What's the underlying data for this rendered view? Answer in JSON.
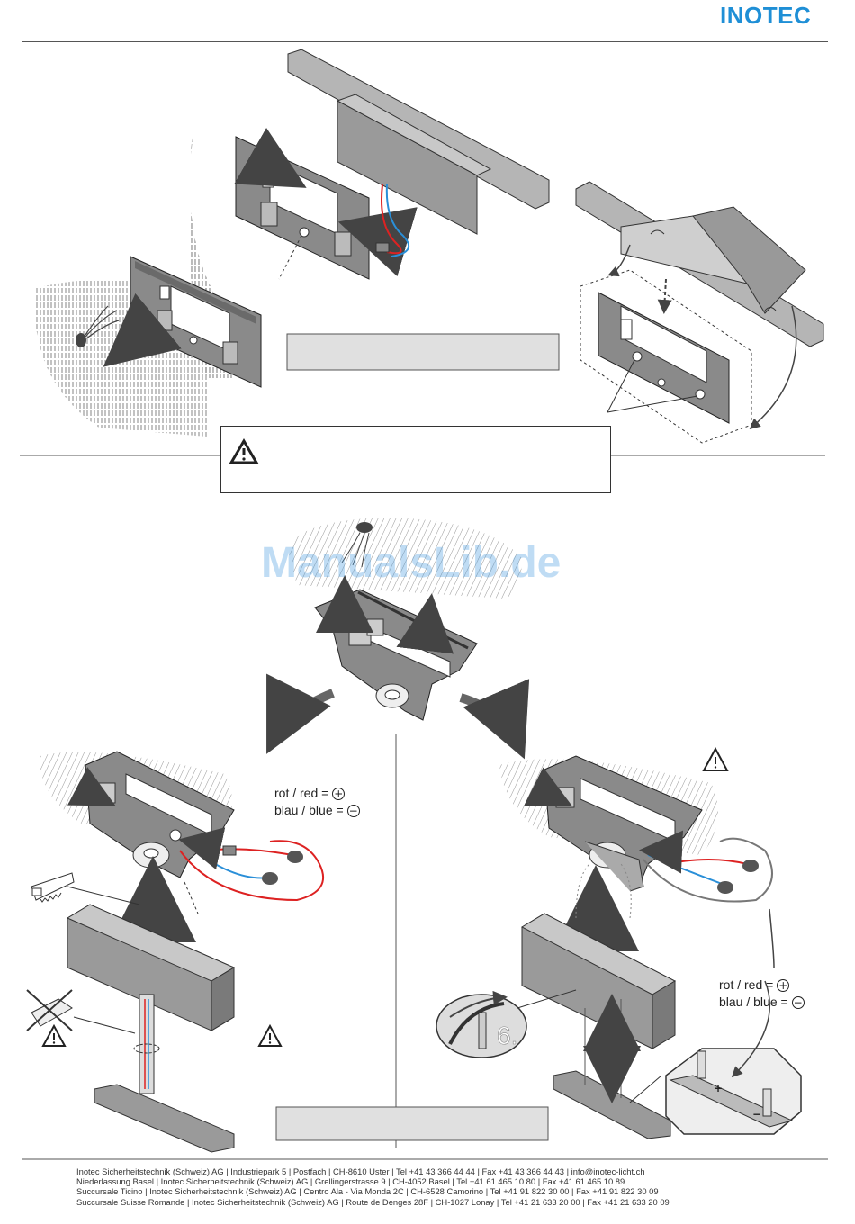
{
  "header": {
    "logo_text": "INOTEC",
    "brand_color": "#1f8fd6"
  },
  "watermark": {
    "text": "ManualsLib.de",
    "color": "#4a9de0"
  },
  "wiring_left": {
    "red_label": "rot / red =",
    "red_symbol": "+",
    "blue_label": "blau / blue =",
    "blue_symbol": "−"
  },
  "wiring_right": {
    "red_label": "rot / red =",
    "red_symbol": "+",
    "blue_label": "blau / blue =",
    "blue_symbol": "−"
  },
  "step_number": "6.",
  "footer": {
    "lines": [
      "Inotec Sicherheitstechnik (Schweiz) AG | Industriepark 5 | Postfach | CH-8610 Uster | Tel +41 43 366 44 44 | Fax +41 43 366 44 43 | info@inotec-licht.ch",
      "Niederlassung Basel | Inotec Sicherheitstechnik (Schweiz) AG | Grellingerstrasse 9 | CH-4052 Basel | Tel +41 61 465 10 80 | Fax +41 61 465 10 89",
      "Succursale Ticino | Inotec Sicherheitstechnik (Schweiz) AG | Centro Ala - Via Monda 2C | CH-6528 Camorino | Tel +41 91 822 30 00 | Fax +41 91 822 30 09",
      "Succursale Suisse Romande | Inotec Sicherheitstechnik (Schweiz) AG | Route de Denges 28F | CH-1027 Lonay | Tel +41 21 633 20 00 | Fax +41 21 633 20 09"
    ]
  }
}
